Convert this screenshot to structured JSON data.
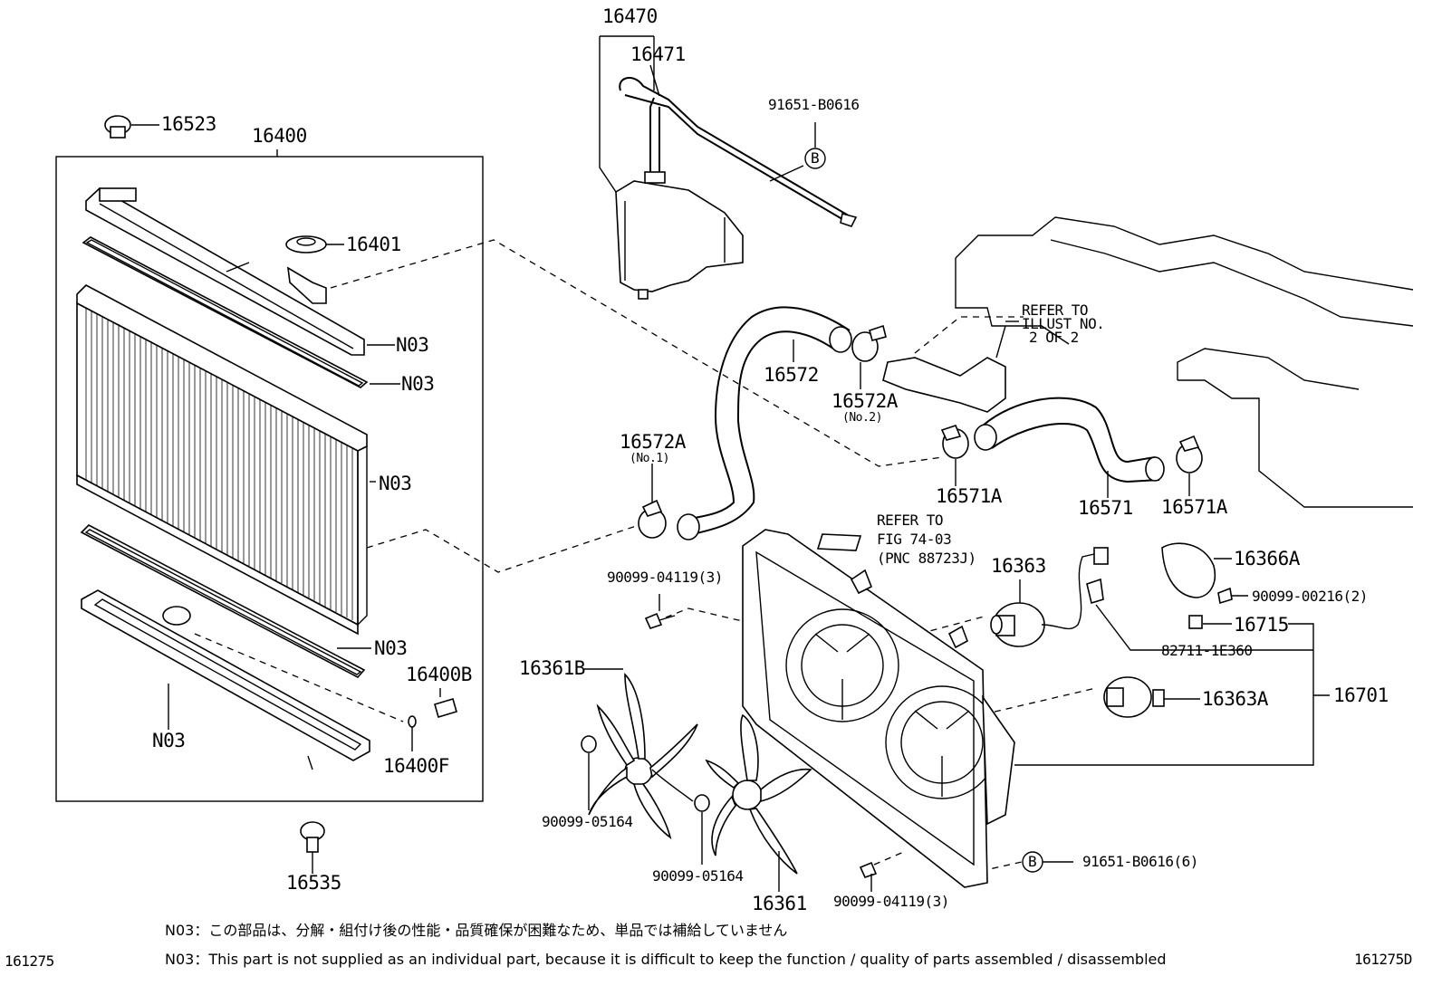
{
  "labels": {
    "p16470": "16470",
    "p16471": "16471",
    "p91651a": "91651-B0616",
    "p16523": "16523",
    "p16400": "16400",
    "p16401": "16401",
    "n03_a": "N03",
    "n03_b": "N03",
    "n03_c": "N03",
    "n03_d": "N03",
    "n03_e": "N03",
    "p16400b": "16400B",
    "p16400f": "16400F",
    "p16535": "16535",
    "p16572": "16572",
    "p16572a_no2": "16572A",
    "no2": "(No.2)",
    "p16572a_no1": "16572A",
    "no1": "(No.1)",
    "refer_illust_1": "REFER TO",
    "refer_illust_2": "ILLUST NO.",
    "refer_illust_3": "2 OF 2",
    "p16571a_l": "16571A",
    "p16571": "16571",
    "p16571a_r": "16571A",
    "refer_fig_1": "REFER TO",
    "refer_fig_2": "FIG 74-03",
    "refer_fig_3": "(PNC 88723J)",
    "p16363": "16363",
    "p16366a": "16366A",
    "p90099_04119_top": "90099-04119(3)",
    "p90099_00216": "90099-00216(2)",
    "p16715": "16715",
    "p82711": "82711-1E360",
    "p16361b": "16361B",
    "p16363a": "16363A",
    "p16701": "16701",
    "p90099_05164_l": "90099-05164",
    "p90099_05164_r": "90099-05164",
    "p16361": "16361",
    "p90099_04119_bot": "90099-04119(3)",
    "p91651_b6": "91651-B0616(6)",
    "callout_b_top": "B",
    "callout_b_bot": "B"
  },
  "footer": {
    "note_jp": "N03：この部品は、分解・組付け後の性能・品質確保が困難なため、単品では補給していません",
    "note_en": "N03：This part is not supplied as an individual part, because it is difficult to keep the function / quality of parts assembled / disassembled",
    "code_left": "161275",
    "code_right": "161275D"
  }
}
